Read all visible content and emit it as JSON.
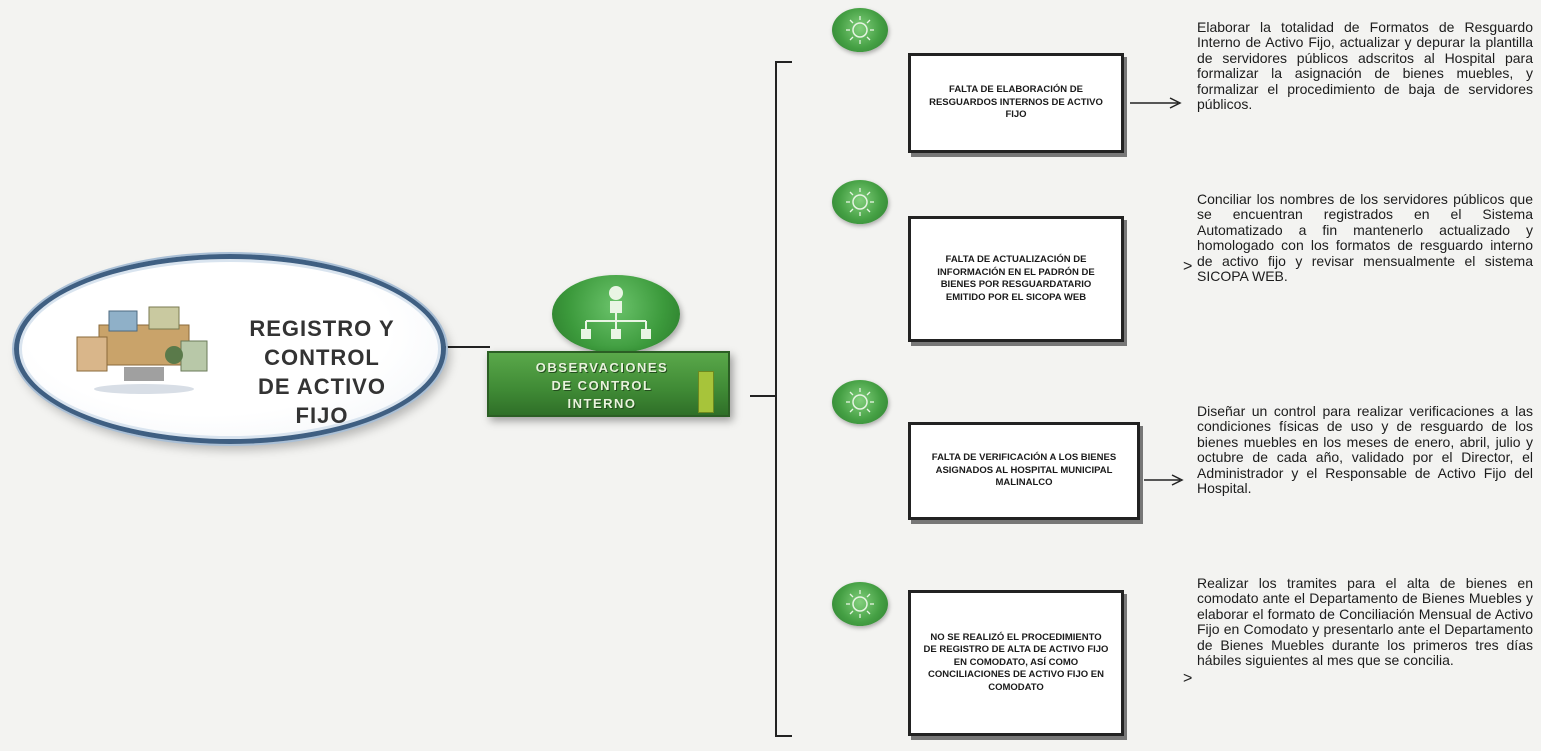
{
  "main_node": {
    "title_lines": [
      "REGISTRO Y",
      "CONTROL",
      "DE ACTIVO",
      "FIJO"
    ]
  },
  "hub": {
    "label_lines": [
      "Observaciones",
      "de Control",
      "Interno"
    ]
  },
  "branches": [
    {
      "observation": "FALTA DE ELABORACIÓN DE RESGUARDOS INTERNOS DE ACTIVO FIJO",
      "action": "Elaborar la totalidad de Formatos de Resguardo Interno de Activo Fijo, actualizar y depurar la plantilla de servidores públicos adscritos al Hospital para formalizar la asignación de bienes muebles, y formalizar el procedimiento de baja de servidores públicos."
    },
    {
      "observation": "FALTA DE ACTUALIZACIÓN DE INFORMACIÓN EN EL PADRÓN DE BIENES POR RESGUARDATARIO EMITIDO POR EL SICOPA WEB",
      "action": "Conciliar los nombres de los servidores públicos que se encuentran registrados en el Sistema Automatizado a fin mantenerlo actualizado y homologado con los formatos de resguardo interno de activo fijo y revisar mensualmente el sistema SICOPA WEB."
    },
    {
      "observation": "FALTA DE VERIFICACIÓN A LOS BIENES ASIGNADOS AL HOSPITAL MUNICIPAL MALINALCO",
      "action": "Diseñar un control para realizar verificaciones a las condiciones físicas de uso y de resguardo de los bienes muebles en los meses de enero, abril, julio y octubre de cada año, validado por el Director, el Administrador y el Responsable de Activo Fijo del Hospital."
    },
    {
      "observation": "NO SE REALIZÓ EL PROCEDIMIENTO DE REGISTRO DE ALTA DE ACTIVO FIJO EN COMODATO, ASÍ COMO CONCILIACIONES DE ACTIVO FIJO EN COMODATO",
      "action": "Realizar los tramites para el alta de bienes en comodato ante el Departamento de Bienes Muebles y elaborar el formato de Conciliación Mensual de Activo Fijo en Comodato y presentarlo ante el Departamento de Bienes Muebles durante los primeros tres días hábiles siguientes al mes que se concilia."
    }
  ],
  "colors": {
    "oval_border": "#3f5f82",
    "hub_green": "#3f8a35",
    "bulb_green": "#45a044",
    "card_border": "#222222"
  },
  "icons": [
    "office-clipart-icon",
    "org-chart-icon",
    "lightbulb-icon"
  ]
}
